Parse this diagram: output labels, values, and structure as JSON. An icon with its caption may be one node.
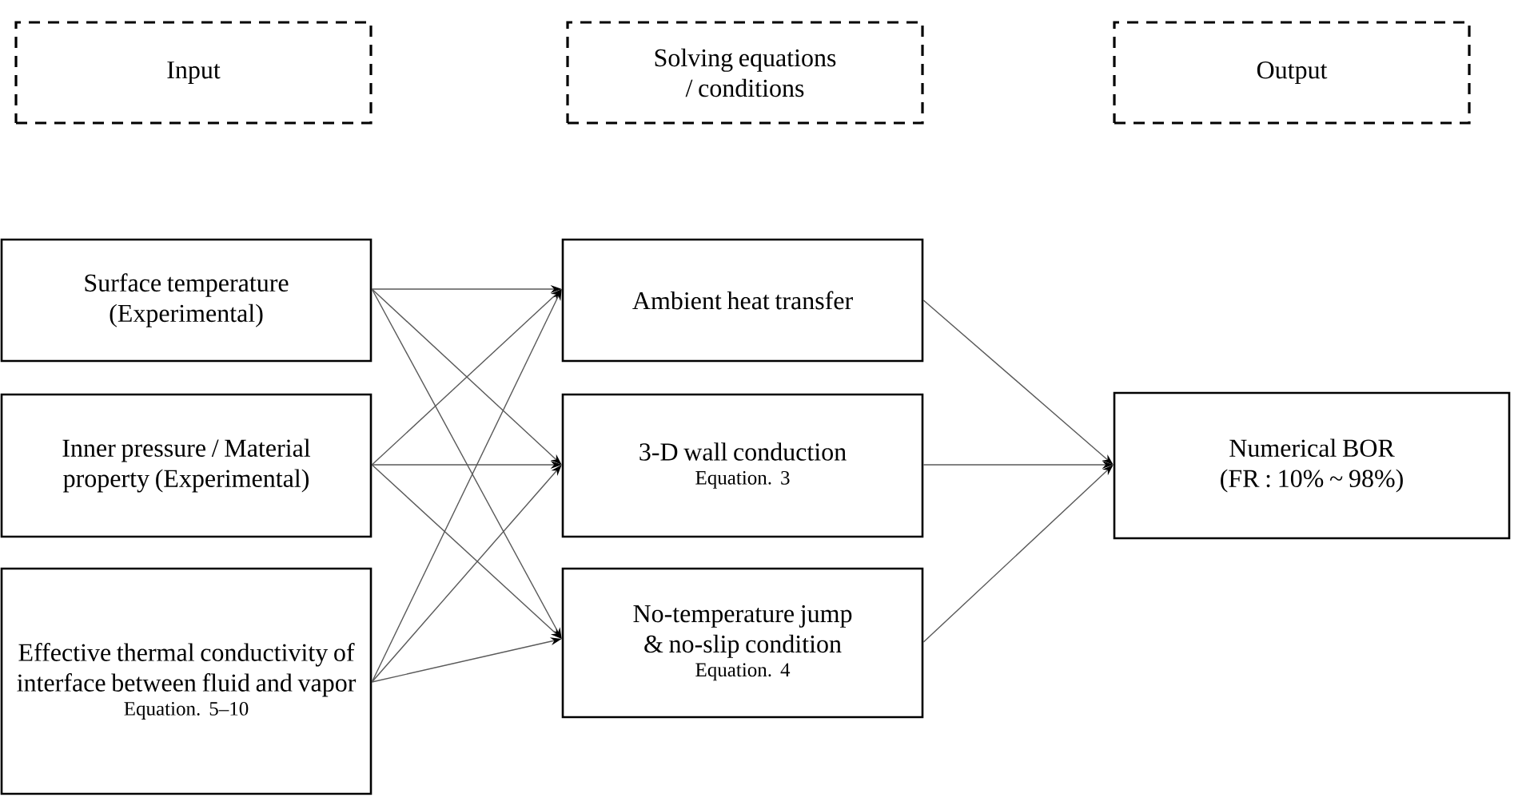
{
  "diagram": {
    "nodes": [
      {
        "text": [
          "Input"
        ]
      },
      {
        "text": [
          "Solving equations / conditions"
        ]
      },
      {
        "text": [
          "Output"
        ]
      },
      {
        "text": [
          "Surface temperature (Experimental)"
        ]
      },
      {
        "text": [
          "Inner pressure / Material property (Experimental)"
        ]
      },
      {
        "text": [
          "Effective thermal conductivity of interface between fluid and vapor",
          "Equation. 5–10"
        ]
      },
      {
        "text": [
          "Ambient heat transfer"
        ]
      },
      {
        "text": [
          "3-D wall conduction",
          "Equation. 3"
        ]
      },
      {
        "text": [
          "No-temperature jump & no-slip condition",
          "Equation. 4"
        ]
      },
      {
        "text": [
          "Numerical BOR (FR : 10% ~ 98%)"
        ]
      }
    ],
    "edges": [
      {
        "from": 3,
        "to": 6,
        "arrow": "to"
      },
      {
        "from": 3,
        "to": 7,
        "arrow": "to"
      },
      {
        "from": 3,
        "to": 8,
        "arrow": "to"
      },
      {
        "from": 4,
        "to": 6,
        "arrow": "to"
      },
      {
        "from": 4,
        "to": 7,
        "arrow": "to"
      },
      {
        "from": 4,
        "to": 8,
        "arrow": "to"
      },
      {
        "from": 5,
        "to": 6,
        "arrow": "to"
      },
      {
        "from": 5,
        "to": 7,
        "arrow": "to"
      },
      {
        "from": 5,
        "to": 8,
        "arrow": "to"
      },
      {
        "from": 6,
        "to": 9,
        "arrow": "to"
      },
      {
        "from": 7,
        "to": 9,
        "arrow": "to"
      },
      {
        "from": 8,
        "to": 9,
        "arrow": "to"
      }
    ]
  }
}
